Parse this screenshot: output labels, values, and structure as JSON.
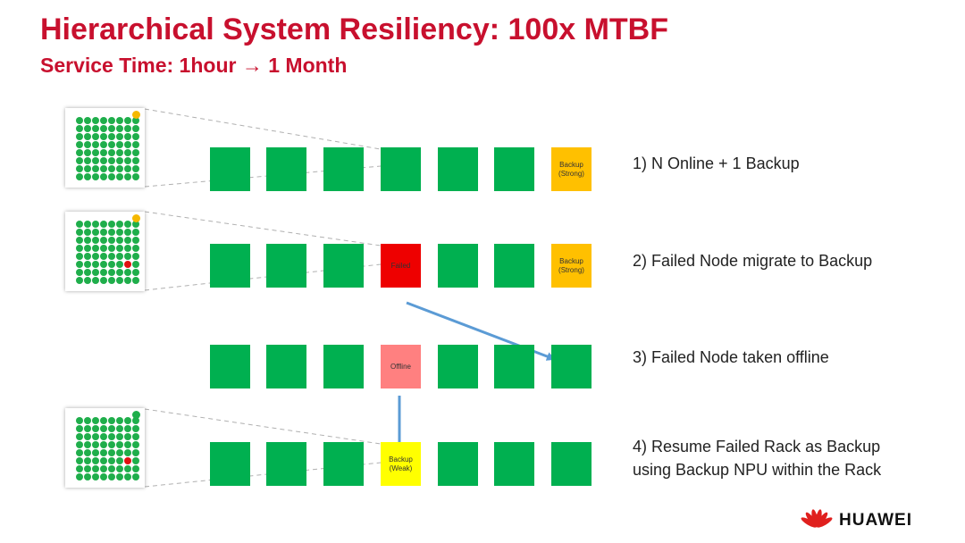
{
  "title": "Hierarchical System Resiliency: 100x MTBF",
  "subtitle": "Service Time: 1hour → 1 Month",
  "colors": {
    "title": "#c8102e",
    "online": "#00b050",
    "backup_strong": "#ffc000",
    "failed": "#ee0000",
    "offline": "#ff8080",
    "backup_weak": "#ffff00",
    "arrow": "#5b9bd5"
  },
  "rows": [
    {
      "step": "1) N Online + 1 Backup",
      "rack_fault": false,
      "rack_corner": "#f5b800",
      "nodes": [
        {
          "state": "online",
          "label": ""
        },
        {
          "state": "online",
          "label": ""
        },
        {
          "state": "online",
          "label": ""
        },
        {
          "state": "online",
          "label": ""
        },
        {
          "state": "online",
          "label": ""
        },
        {
          "state": "online",
          "label": ""
        },
        {
          "state": "backup_strong",
          "label": "Backup\n(Strong)"
        }
      ]
    },
    {
      "step": "2) Failed Node migrate to Backup",
      "rack_fault": true,
      "rack_corner": "#f5b800",
      "nodes": [
        {
          "state": "online",
          "label": ""
        },
        {
          "state": "online",
          "label": ""
        },
        {
          "state": "online",
          "label": ""
        },
        {
          "state": "failed",
          "label": "Failed"
        },
        {
          "state": "online",
          "label": ""
        },
        {
          "state": "online",
          "label": ""
        },
        {
          "state": "backup_strong",
          "label": "Backup\n(Strong)"
        }
      ]
    },
    {
      "step": "3) Failed Node taken offline",
      "nodes": [
        {
          "state": "online",
          "label": ""
        },
        {
          "state": "online",
          "label": ""
        },
        {
          "state": "online",
          "label": ""
        },
        {
          "state": "offline",
          "label": "Offline"
        },
        {
          "state": "online",
          "label": ""
        },
        {
          "state": "online",
          "label": ""
        },
        {
          "state": "online",
          "label": ""
        }
      ]
    },
    {
      "step": "4) Resume Failed Rack as Backup\nusing Backup NPU within the Rack",
      "rack_fault": true,
      "rack_corner": "#1fae4b",
      "nodes": [
        {
          "state": "online",
          "label": ""
        },
        {
          "state": "online",
          "label": ""
        },
        {
          "state": "online",
          "label": ""
        },
        {
          "state": "backup_weak",
          "label": "Backup\n(Weak)"
        },
        {
          "state": "online",
          "label": ""
        },
        {
          "state": "online",
          "label": ""
        },
        {
          "state": "online",
          "label": ""
        }
      ]
    }
  ],
  "logo": {
    "text": "HUAWEI",
    "icon": "huawei-petal-logo-icon"
  }
}
